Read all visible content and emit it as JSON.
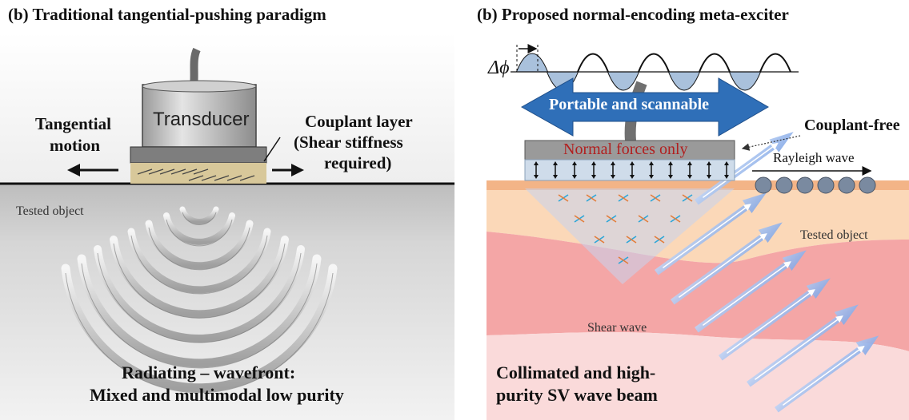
{
  "left": {
    "title": "(b) Traditional tangential-pushing paradigm",
    "transducer": "Transducer",
    "tangential_1": "Tangential",
    "tangential_2": "motion",
    "couplant_1": "Couplant layer",
    "couplant_2": "(Shear stiffness",
    "couplant_3": "required)",
    "tested": "Tested object",
    "caption_1": "Radiating – wavefront:",
    "caption_2": "Mixed and multimodal low purity",
    "colors": {
      "ground": "#c9c9c9",
      "sky": "#f4f4f4",
      "couplant": "#d8c89a"
    }
  },
  "right": {
    "title": "(b) Proposed normal-encoding meta-exciter",
    "phase": "Δϕ",
    "portable": "Portable and scannable",
    "couplant_free": "Couplant-free",
    "normal_forces": "Normal forces only",
    "rayleigh": "Rayleigh wave",
    "tested": "Tested object",
    "shear": "Shear wave",
    "caption_1": "Collimated and high-",
    "caption_2": "purity SV wave beam",
    "colors": {
      "arrow": "#2f6fb8",
      "upper": "#fbd8b8",
      "middle": "#f4a6a6",
      "lower": "#fadada",
      "beam": "#8fb2ea",
      "label_red": "#b11f1f"
    }
  }
}
